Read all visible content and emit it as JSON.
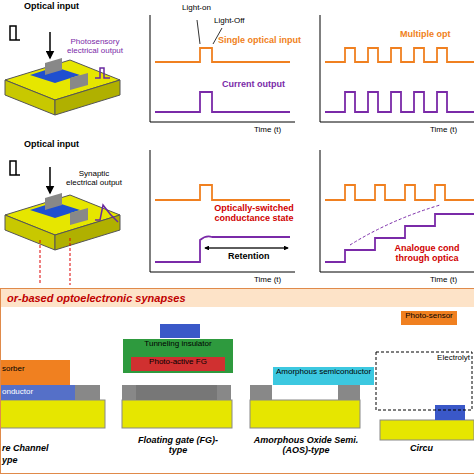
{
  "diagram": {
    "nodes": [
      {
        "text": [
          "or-based optoelectronic synapses"
        ]
      },
      {
        "text": [
          "Tunneling insulator"
        ],
        "in": 0
      },
      {
        "text": [
          "Photo-active FG"
        ],
        "in": 1
      },
      {
        "text": [
          "Amorphous semiconductor"
        ],
        "in": 0
      },
      {
        "text": [
          "Photo-sensor"
        ],
        "in": 0
      },
      {
        "text": [
          "Electrolyt"
        ],
        "in": 0
      }
    ],
    "edges": [],
    "labels": [
      "Optical input",
      "Photosensory electrical output",
      "Light-on",
      "Light-Off",
      "Single optical input",
      "Current output",
      "Time (t)",
      "Multiple opt",
      "Time (t)",
      "Optical input",
      "Synaptic electrical output",
      "Optically-switched conductance state",
      "Retention",
      "Time (t)",
      "Analogue cond through optica",
      "Time (t)",
      "sorber",
      "onductor",
      "re Channel",
      "ype",
      "Floating gate (FG)-type",
      "Amorphous Oxide Semi. (AOS)-type",
      "Circu"
    ]
  }
}
